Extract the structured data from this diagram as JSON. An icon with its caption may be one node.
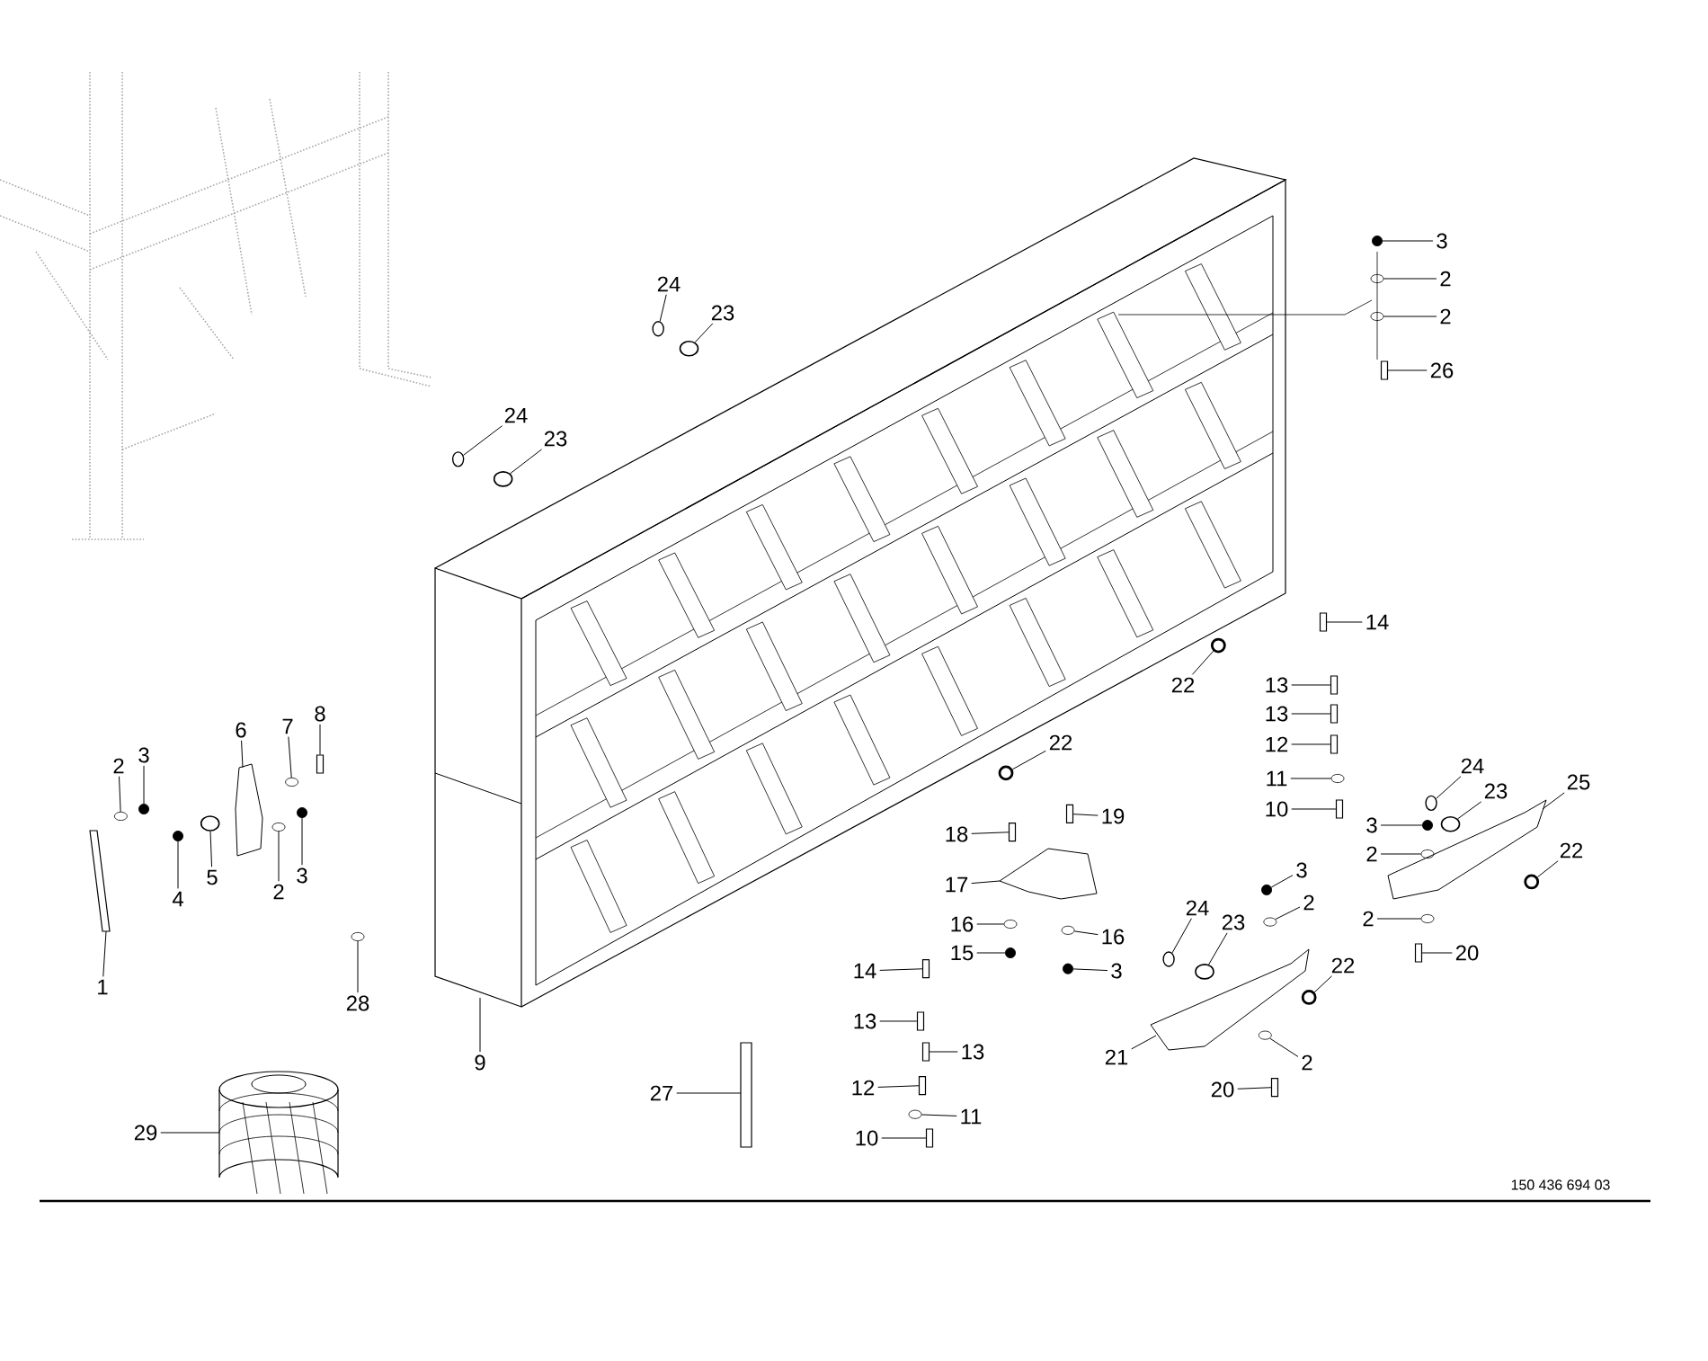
{
  "diagram": {
    "nodes": [
      {
        "text": [
          "1"
        ]
      },
      {
        "text": [
          "2"
        ]
      },
      {
        "text": [
          "3"
        ]
      },
      {
        "text": [
          "4"
        ]
      },
      {
        "text": [
          "5"
        ]
      },
      {
        "text": [
          "6"
        ]
      },
      {
        "text": [
          "7"
        ]
      },
      {
        "text": [
          "8"
        ]
      },
      {
        "text": [
          "2"
        ]
      },
      {
        "text": [
          "3"
        ]
      },
      {
        "text": [
          "28"
        ]
      },
      {
        "text": [
          "9"
        ]
      },
      {
        "text": [
          "29"
        ]
      },
      {
        "text": [
          "24"
        ]
      },
      {
        "text": [
          "23"
        ]
      },
      {
        "text": [
          "24"
        ]
      },
      {
        "text": [
          "23"
        ]
      },
      {
        "text": [
          "3"
        ]
      },
      {
        "text": [
          "2"
        ]
      },
      {
        "text": [
          "2"
        ]
      },
      {
        "text": [
          "26"
        ]
      },
      {
        "text": [
          "14"
        ]
      },
      {
        "text": [
          "13"
        ]
      },
      {
        "text": [
          "13"
        ]
      },
      {
        "text": [
          "12"
        ]
      },
      {
        "text": [
          "11"
        ]
      },
      {
        "text": [
          "10"
        ]
      },
      {
        "text": [
          "22"
        ]
      },
      {
        "text": [
          "22"
        ]
      },
      {
        "text": [
          "24"
        ]
      },
      {
        "text": [
          "23"
        ]
      },
      {
        "text": [
          "25"
        ]
      },
      {
        "text": [
          "3"
        ]
      },
      {
        "text": [
          "2"
        ]
      },
      {
        "text": [
          "22"
        ]
      },
      {
        "text": [
          "2"
        ]
      },
      {
        "text": [
          "20"
        ]
      },
      {
        "text": [
          "19"
        ]
      },
      {
        "text": [
          "18"
        ]
      },
      {
        "text": [
          "17"
        ]
      },
      {
        "text": [
          "16"
        ]
      },
      {
        "text": [
          "16"
        ]
      },
      {
        "text": [
          "15"
        ]
      },
      {
        "text": [
          "3"
        ]
      },
      {
        "text": [
          "14"
        ]
      },
      {
        "text": [
          "13"
        ]
      },
      {
        "text": [
          "13"
        ]
      },
      {
        "text": [
          "12"
        ]
      },
      {
        "text": [
          "11"
        ]
      },
      {
        "text": [
          "10"
        ]
      },
      {
        "text": [
          "27"
        ]
      },
      {
        "text": [
          "24"
        ]
      },
      {
        "text": [
          "3"
        ]
      },
      {
        "text": [
          "2"
        ]
      },
      {
        "text": [
          "23"
        ]
      },
      {
        "text": [
          "22"
        ]
      },
      {
        "text": [
          "21"
        ]
      },
      {
        "text": [
          "2"
        ]
      },
      {
        "text": [
          "20"
        ]
      },
      {
        "text": [],
        "shape": "circle"
      },
      {
        "text": [],
        "shape": "circle"
      },
      {
        "text": [],
        "shape": "circle"
      },
      {
        "text": [],
        "shape": "circle"
      },
      {
        "text": [],
        "shape": "circle"
      },
      {
        "text": [],
        "shape": "box"
      },
      {
        "text": [],
        "shape": "circle"
      },
      {
        "text": [],
        "shape": "circle"
      },
      {
        "text": [],
        "shape": "circle"
      },
      {
        "text": [],
        "shape": "circle"
      },
      {
        "text": [],
        "shape": "circle"
      },
      {
        "text": [],
        "shape": "circle"
      },
      {
        "text": [],
        "shape": "circle"
      },
      {
        "text": [],
        "shape": "circle"
      },
      {
        "text": [],
        "shape": "circle"
      },
      {
        "text": [],
        "shape": "circle"
      },
      {
        "text": [],
        "shape": "box"
      },
      {
        "text": [],
        "shape": "box"
      },
      {
        "text": [],
        "shape": "box"
      },
      {
        "text": [],
        "shape": "box"
      },
      {
        "text": [],
        "shape": "box"
      },
      {
        "text": [],
        "shape": "circle"
      },
      {
        "text": [],
        "shape": "box"
      },
      {
        "text": [],
        "shape": "circle"
      },
      {
        "text": [],
        "shape": "circle"
      },
      {
        "text": [],
        "shape": "circle"
      },
      {
        "text": [],
        "shape": "circle"
      },
      {
        "text": [],
        "shape": "circle"
      },
      {
        "text": [],
        "shape": "circle"
      },
      {
        "text": [],
        "shape": "circle"
      },
      {
        "text": [],
        "shape": "circle"
      },
      {
        "text": [],
        "shape": "box"
      },
      {
        "text": [],
        "shape": "box"
      },
      {
        "text": [],
        "shape": "box"
      },
      {
        "text": [],
        "shape": "circle"
      },
      {
        "text": [],
        "shape": "circle"
      },
      {
        "text": [],
        "shape": "circle"
      },
      {
        "text": [],
        "shape": "circle"
      },
      {
        "text": [],
        "shape": "box"
      },
      {
        "text": [],
        "shape": "box"
      },
      {
        "text": [],
        "shape": "box"
      },
      {
        "text": [],
        "shape": "box"
      },
      {
        "text": [],
        "shape": "circle"
      },
      {
        "text": [],
        "shape": "box"
      },
      {
        "text": [],
        "shape": "circle"
      },
      {
        "text": [],
        "shape": "circle"
      },
      {
        "text": [],
        "shape": "circle"
      },
      {
        "text": [],
        "shape": "circle"
      },
      {
        "text": [],
        "shape": "circle"
      },
      {
        "text": [],
        "shape": "circle"
      },
      {
        "text": [],
        "shape": "box"
      }
    ],
    "edges": [
      {
        "from": 0,
        "to": null,
        "arrow": "none"
      },
      {
        "from": 1,
        "to": 59,
        "arrow": "none"
      },
      {
        "from": 2,
        "to": 60,
        "arrow": "none"
      },
      {
        "from": 3,
        "to": 61,
        "arrow": "none"
      },
      {
        "from": 4,
        "to": 62,
        "arrow": "none"
      },
      {
        "from": 5,
        "to": null,
        "arrow": "none"
      },
      {
        "from": 6,
        "to": 63,
        "arrow": "none"
      },
      {
        "from": 7,
        "to": 64,
        "arrow": "none"
      },
      {
        "from": 8,
        "to": 65,
        "arrow": "none"
      },
      {
        "from": 9,
        "to": 66,
        "arrow": "none"
      },
      {
        "from": 10,
        "to": 67,
        "arrow": "none"
      },
      {
        "from": 11,
        "to": null,
        "arrow": "none"
      },
      {
        "from": 12,
        "to": null,
        "arrow": "none"
      },
      {
        "from": 13,
        "to": 68,
        "arrow": "none"
      },
      {
        "from": 14,
        "to": 69,
        "arrow": "none"
      },
      {
        "from": 15,
        "to": 70,
        "arrow": "none"
      },
      {
        "from": 16,
        "to": 71,
        "arrow": "none"
      },
      {
        "from": 17,
        "to": 72,
        "arrow": "none"
      },
      {
        "from": 18,
        "to": 73,
        "arrow": "none"
      },
      {
        "from": 19,
        "to": 74,
        "arrow": "none"
      },
      {
        "from": 20,
        "to": 75,
        "arrow": "none"
      },
      {
        "from": 21,
        "to": 76,
        "arrow": "none"
      },
      {
        "from": 22,
        "to": 77,
        "arrow": "none"
      },
      {
        "from": 23,
        "to": 78,
        "arrow": "none"
      },
      {
        "from": 24,
        "to": 79,
        "arrow": "none"
      },
      {
        "from": 25,
        "to": 80,
        "arrow": "none"
      },
      {
        "from": 26,
        "to": 81,
        "arrow": "none"
      },
      {
        "from": 27,
        "to": 82,
        "arrow": "none"
      },
      {
        "from": 28,
        "to": 83,
        "arrow": "none"
      },
      {
        "from": 29,
        "to": 84,
        "arrow": "none"
      },
      {
        "from": 30,
        "to": 85,
        "arrow": "none"
      },
      {
        "from": 31,
        "to": null,
        "arrow": "none"
      },
      {
        "from": 32,
        "to": 86,
        "arrow": "none"
      },
      {
        "from": 33,
        "to": 87,
        "arrow": "none"
      },
      {
        "from": 34,
        "to": 88,
        "arrow": "none"
      },
      {
        "from": 35,
        "to": 89,
        "arrow": "none"
      },
      {
        "from": 36,
        "to": 90,
        "arrow": "none"
      },
      {
        "from": 37,
        "to": 91,
        "arrow": "none"
      },
      {
        "from": 38,
        "to": 92,
        "arrow": "none"
      },
      {
        "from": 39,
        "to": null,
        "arrow": "none"
      },
      {
        "from": 40,
        "to": 93,
        "arrow": "none"
      },
      {
        "from": 41,
        "to": 94,
        "arrow": "none"
      },
      {
        "from": 42,
        "to": 95,
        "arrow": "none"
      },
      {
        "from": 43,
        "to": 96,
        "arrow": "none"
      },
      {
        "from": 44,
        "to": 97,
        "arrow": "none"
      },
      {
        "from": 45,
        "to": 98,
        "arrow": "none"
      },
      {
        "from": 46,
        "to": 99,
        "arrow": "none"
      },
      {
        "from": 47,
        "to": 100,
        "arrow": "none"
      },
      {
        "from": 48,
        "to": 101,
        "arrow": "none"
      },
      {
        "from": 49,
        "to": 102,
        "arrow": "none"
      },
      {
        "from": 50,
        "to": null,
        "arrow": "none"
      },
      {
        "from": 51,
        "to": 103,
        "arrow": "none"
      },
      {
        "from": 52,
        "to": 104,
        "arrow": "none"
      },
      {
        "from": 53,
        "to": 105,
        "arrow": "none"
      },
      {
        "from": 54,
        "to": 106,
        "arrow": "none"
      },
      {
        "from": 55,
        "to": 107,
        "arrow": "none"
      },
      {
        "from": 56,
        "to": null,
        "arrow": "none"
      },
      {
        "from": 57,
        "to": 108,
        "arrow": "none"
      },
      {
        "from": 58,
        "to": 109,
        "arrow": "none"
      }
    ],
    "labels": [
      "150 436 694 03"
    ]
  }
}
